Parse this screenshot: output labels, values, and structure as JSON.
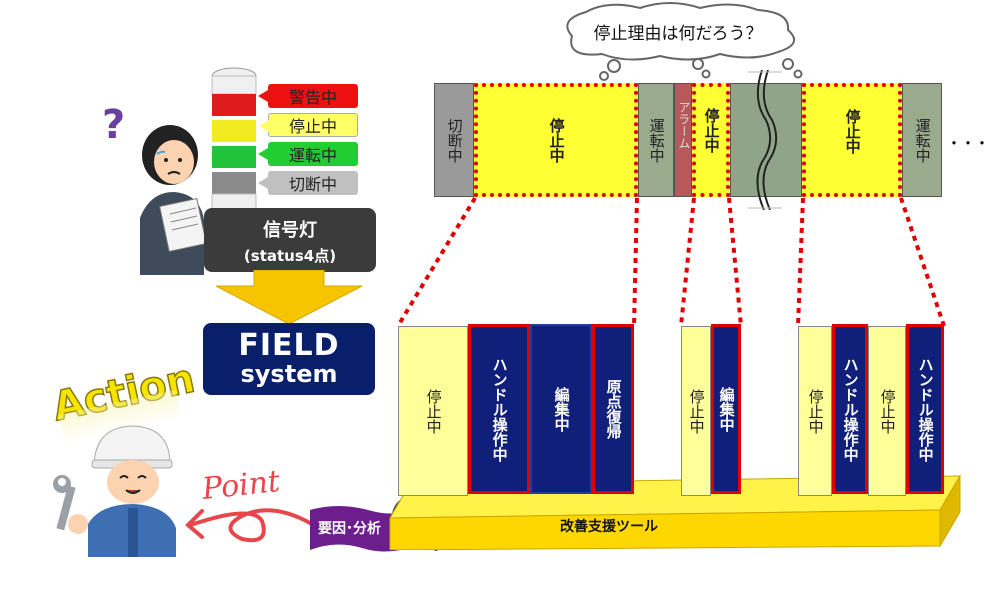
{
  "thought_bubble": "停止理由は何だろう？",
  "signal_tower": {
    "lights": [
      {
        "label": "警告中",
        "color": "#ee1111"
      },
      {
        "label": "停止中",
        "color": "#ffff44"
      },
      {
        "label": "運転中",
        "color": "#22cc33"
      },
      {
        "label": "切断中",
        "color": "#b8b8b8"
      }
    ],
    "title": "信号灯",
    "subtitle": "(status4点)"
  },
  "field_system": {
    "line1": "FIELD",
    "line2": "system"
  },
  "action_text": "Action",
  "point_text": "Point",
  "analysis_tag": "要因･分析",
  "timeline": {
    "seg_cut": "切断中",
    "seg_stop1": "停止中",
    "seg_run1": "運転中",
    "seg_alarm": "アラーム",
    "seg_stop2": "停止中",
    "seg_stop3": "停止中",
    "seg_run2": "運転中",
    "ellipsis": "・・・"
  },
  "tool_label": "改善支援ツール",
  "bars": {
    "g1_pale": "停止中",
    "g1_handle": "ハンドル操作中",
    "g1_edit": "編集中",
    "g1_origin": "原点復帰",
    "g2_pale": "停止中",
    "g2_edit": "編集中",
    "g3_pale1": "停止中",
    "g3_handle1": "ハンドル操作中",
    "g3_pale2": "停止中",
    "g3_handle2": "ハンドル操作中"
  },
  "colors": {
    "navy": "#10207a",
    "red_dotted": "#e00000",
    "stop_yellow": "#ffff33",
    "platform_yellow": "#ffd700"
  }
}
